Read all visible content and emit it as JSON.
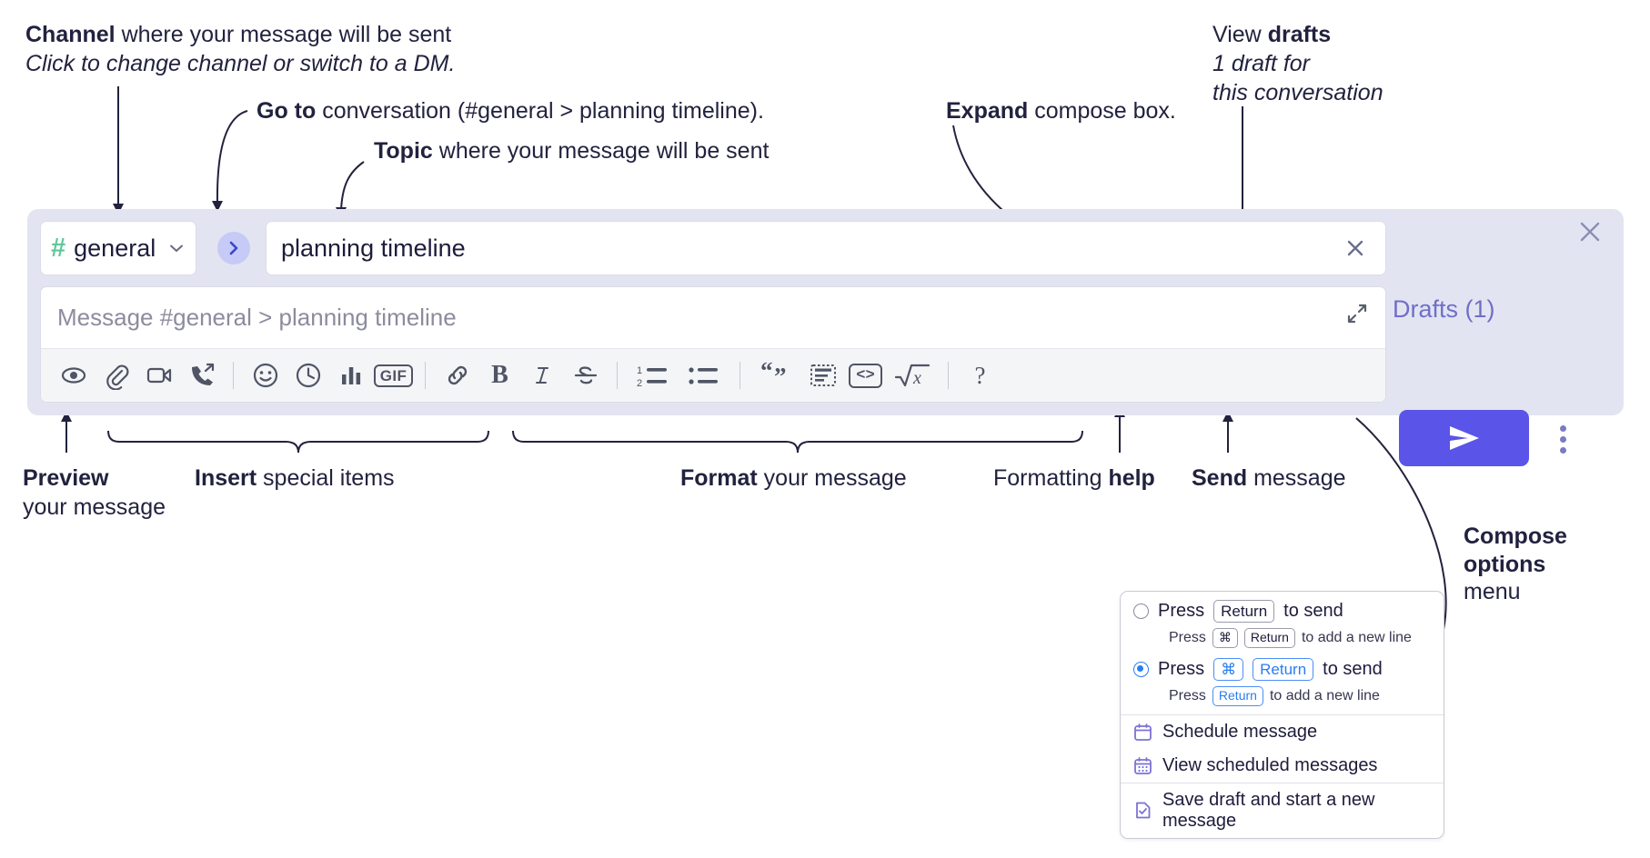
{
  "annotations": {
    "channel": {
      "bold": "Channel",
      "rest": " where your message will be sent",
      "italic": "Click to change channel or switch to a DM."
    },
    "goto": {
      "bold": "Go to",
      "rest": " conversation (#general > planning timeline)."
    },
    "topic": {
      "bold": "Topic",
      "rest": " where your message will be sent"
    },
    "expand": {
      "bold": "Expand",
      "rest": " compose box."
    },
    "drafts": {
      "rest": "View ",
      "bold": "drafts",
      "italic1": "1 draft for",
      "italic2": "this conversation"
    },
    "preview": {
      "bold": "Preview",
      "line2": "your message"
    },
    "insert": {
      "bold": "Insert",
      "rest": " special items"
    },
    "format": {
      "bold": "Format",
      "rest": " your message"
    },
    "help": {
      "rest": "Formatting ",
      "bold": "help"
    },
    "send": {
      "bold": "Send",
      "rest": " message"
    },
    "compose_options": {
      "bold1": "Compose",
      "bold2": "options",
      "rest": "menu"
    }
  },
  "compose": {
    "channel": {
      "name": "general",
      "hash": "#",
      "chevron_icon": "chevron-down-icon"
    },
    "goto_button": {
      "icon": "chevron-right-icon"
    },
    "topic": {
      "value": "planning timeline",
      "clear_icon": "close-icon"
    },
    "message": {
      "placeholder": "Message #general > planning timeline",
      "value": ""
    },
    "expand_icon": "expand-icon",
    "close_icon": "close-icon",
    "drafts_label": "Drafts (1)",
    "send_icon": "send-icon",
    "overflow_icon": "kebab-menu-icon",
    "accent_color": "#5a54e8",
    "background_color": "#e3e4f1",
    "hash_color": "#5ec89a",
    "drafts_color": "#6f6fc9",
    "toolbar": [
      {
        "name": "preview",
        "icon": "eye-icon"
      },
      {
        "name": "attach",
        "icon": "paperclip-icon"
      },
      {
        "name": "video-clip",
        "icon": "video-camera-icon"
      },
      {
        "name": "audio-clip",
        "icon": "phone-arrow-icon"
      },
      {
        "name": "separator-1",
        "icon": "separator"
      },
      {
        "name": "emoji",
        "icon": "smiley-icon"
      },
      {
        "name": "schedule",
        "icon": "clock-icon"
      },
      {
        "name": "poll",
        "icon": "bar-chart-icon"
      },
      {
        "name": "gif",
        "icon": "gif-icon",
        "label": "GIF"
      },
      {
        "name": "separator-2",
        "icon": "separator"
      },
      {
        "name": "link",
        "icon": "link-icon"
      },
      {
        "name": "bold",
        "icon": "bold-icon",
        "label": "B"
      },
      {
        "name": "italic",
        "icon": "italic-icon",
        "label": "I"
      },
      {
        "name": "strikethrough",
        "icon": "strikethrough-icon"
      },
      {
        "name": "separator-3",
        "icon": "separator"
      },
      {
        "name": "ordered-list",
        "icon": "ordered-list-icon"
      },
      {
        "name": "bulleted-list",
        "icon": "bulleted-list-icon"
      },
      {
        "name": "separator-4",
        "icon": "separator"
      },
      {
        "name": "blockquote",
        "icon": "quote-icon"
      },
      {
        "name": "code-block",
        "icon": "code-block-icon"
      },
      {
        "name": "code",
        "icon": "code-inline-icon",
        "label": "<>"
      },
      {
        "name": "math",
        "icon": "square-root-icon"
      },
      {
        "name": "separator-5",
        "icon": "separator"
      },
      {
        "name": "formatting-help",
        "icon": "question-mark-icon",
        "label": "?"
      }
    ]
  },
  "menu": {
    "option_1": {
      "selected": false,
      "main_pre": "Press",
      "main_key": "Return",
      "main_post": "to send",
      "sub_pre": "Press",
      "sub_key1": "⌘",
      "sub_key2": "Return",
      "sub_post": "to add a new line"
    },
    "option_2": {
      "selected": true,
      "main_pre": "Press",
      "main_key1": "⌘",
      "main_key2": "Return",
      "main_post": "to send",
      "sub_pre": "Press",
      "sub_key": "Return",
      "sub_post": "to add a new line"
    },
    "items": [
      {
        "label": "Schedule message",
        "icon": "calendar-icon"
      },
      {
        "label": "View scheduled messages",
        "icon": "calendar-grid-icon"
      },
      {
        "label": "Save draft and start a new message",
        "icon": "document-check-icon"
      }
    ]
  }
}
